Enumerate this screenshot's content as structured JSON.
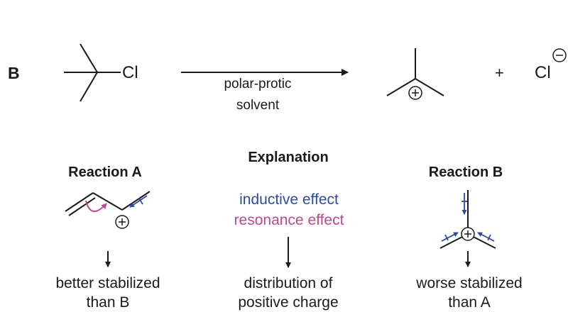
{
  "panel": {
    "label": "B"
  },
  "reaction": {
    "reactant_atom": "Cl",
    "condition_line1": "polar-protic",
    "condition_line2": "solvent",
    "plus_sign": "+",
    "product_anion": "Cl"
  },
  "explanation": {
    "title": "Explanation",
    "inductive": "inductive effect",
    "resonance": "resonance effect",
    "conclusion_line1": "distribution of",
    "conclusion_line2": "positive charge"
  },
  "reaction_a": {
    "title": "Reaction A",
    "conclusion_line1": "better stabilized",
    "conclusion_line2": "than B"
  },
  "reaction_b": {
    "title": "Reaction B",
    "conclusion_line1": "worse stabilized",
    "conclusion_line2": "than A"
  },
  "colors": {
    "inductive": "#2e4a9e",
    "resonance": "#c0468e",
    "ink": "#1a1a1a"
  }
}
